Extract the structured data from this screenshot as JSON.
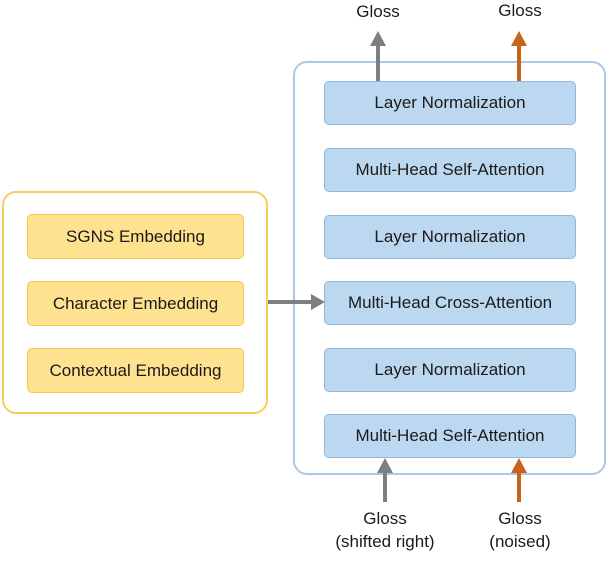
{
  "encoder": {
    "items": [
      "SGNS Embedding",
      "Character Embedding",
      "Contextual Embedding"
    ]
  },
  "decoder": {
    "layers": [
      "Layer Normalization",
      "Multi-Head Self-Attention",
      "Layer Normalization",
      "Multi-Head Cross-Attention",
      "Layer Normalization",
      "Multi-Head Self-Attention"
    ]
  },
  "outputs": {
    "left": "Gloss",
    "right": "Gloss"
  },
  "inputs": {
    "left": {
      "line1": "Gloss",
      "line2": "(shifted right)"
    },
    "right": {
      "line1": "Gloss",
      "line2": "(noised)"
    }
  },
  "colors": {
    "encoder_fill": "#ffe28f",
    "encoder_border": "#f5cf5d",
    "decoder_fill": "#bcd8f1",
    "decoder_border": "#a9c9e8",
    "arrow_gray": "#7f7f7f",
    "arrow_orange": "#c8631a"
  }
}
